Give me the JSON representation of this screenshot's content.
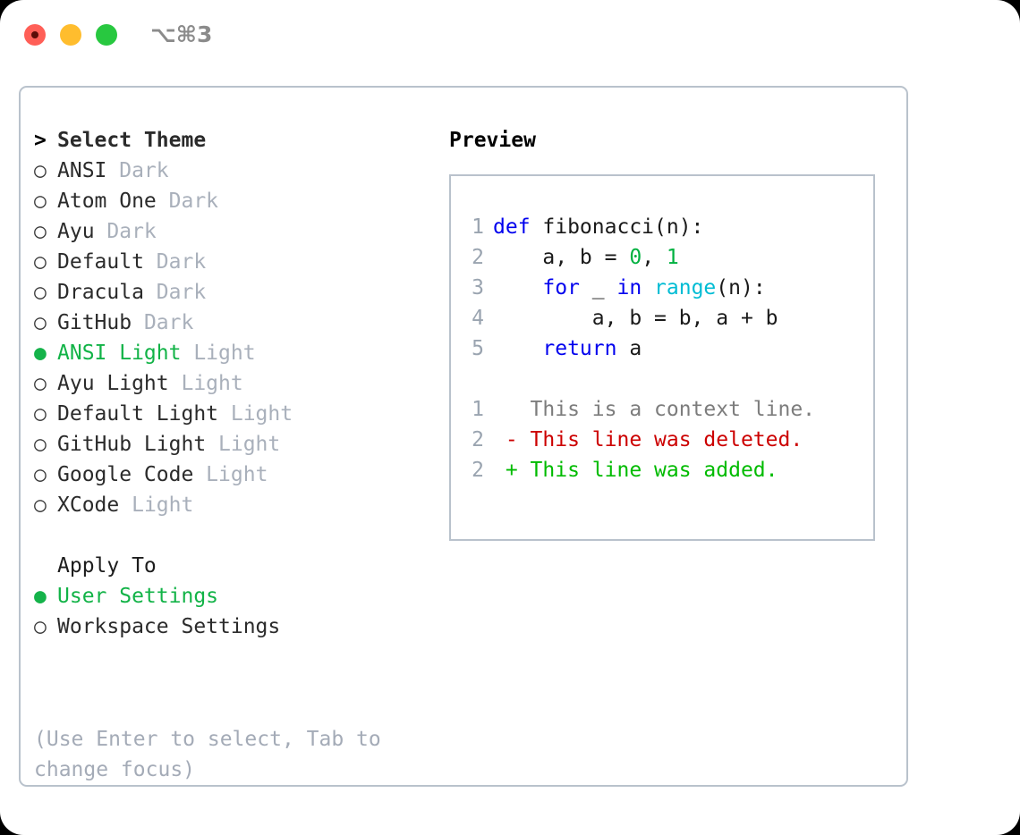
{
  "titlebar": {
    "shortcut": "⌥⌘3",
    "buttons": [
      {
        "name": "close",
        "color": "#ff5f57"
      },
      {
        "name": "minimize",
        "color": "#ffbd2e"
      },
      {
        "name": "maximize",
        "color": "#28c840"
      }
    ]
  },
  "theme_list": {
    "header": {
      "prompt": ">",
      "title": "Select Theme"
    },
    "items": [
      {
        "marker": "○",
        "label": "ANSI",
        "variant": "Dark",
        "selected": false
      },
      {
        "marker": "○",
        "label": "Atom One",
        "variant": "Dark",
        "selected": false
      },
      {
        "marker": "○",
        "label": "Ayu",
        "variant": "Dark",
        "selected": false
      },
      {
        "marker": "○",
        "label": "Default",
        "variant": "Dark",
        "selected": false
      },
      {
        "marker": "○",
        "label": "Dracula",
        "variant": "Dark",
        "selected": false
      },
      {
        "marker": "○",
        "label": "GitHub",
        "variant": "Dark",
        "selected": false
      },
      {
        "marker": "●",
        "label": "ANSI Light",
        "variant": "Light",
        "selected": true
      },
      {
        "marker": "○",
        "label": "Ayu Light",
        "variant": "Light",
        "selected": false
      },
      {
        "marker": "○",
        "label": "Default Light",
        "variant": "Light",
        "selected": false
      },
      {
        "marker": "○",
        "label": "GitHub Light",
        "variant": "Light",
        "selected": false
      },
      {
        "marker": "○",
        "label": "Google Code",
        "variant": "Light",
        "selected": false
      },
      {
        "marker": "○",
        "label": "XCode",
        "variant": "Light",
        "selected": false
      }
    ]
  },
  "apply_to": {
    "title": "Apply To",
    "items": [
      {
        "marker": "●",
        "label": "User Settings",
        "selected": true
      },
      {
        "marker": "○",
        "label": "Workspace Settings",
        "selected": false
      }
    ]
  },
  "hint": "(Use Enter to select, Tab to change focus)",
  "preview": {
    "title": "Preview",
    "code_lines": [
      {
        "n": "1",
        "tokens": [
          {
            "t": "def",
            "c": "kw"
          },
          {
            "t": " fibonacci(n):",
            "c": "pl"
          }
        ]
      },
      {
        "n": "2",
        "tokens": [
          {
            "t": "    a, b = ",
            "c": "pl"
          },
          {
            "t": "0",
            "c": "num"
          },
          {
            "t": ", ",
            "c": "pl"
          },
          {
            "t": "1",
            "c": "num"
          }
        ]
      },
      {
        "n": "3",
        "tokens": [
          {
            "t": "    ",
            "c": "pl"
          },
          {
            "t": "for",
            "c": "kw"
          },
          {
            "t": " _ ",
            "c": "pl"
          },
          {
            "t": "in",
            "c": "kw"
          },
          {
            "t": " ",
            "c": "pl"
          },
          {
            "t": "range",
            "c": "fn"
          },
          {
            "t": "(n):",
            "c": "pl"
          }
        ]
      },
      {
        "n": "4",
        "tokens": [
          {
            "t": "        a, b = b, a + b",
            "c": "pl"
          }
        ]
      },
      {
        "n": "5",
        "tokens": [
          {
            "t": "    ",
            "c": "pl"
          },
          {
            "t": "return",
            "c": "kw"
          },
          {
            "t": " a",
            "c": "pl"
          }
        ]
      }
    ],
    "diff_lines": [
      {
        "n": "1",
        "sign": "  ",
        "text": "This is a context line.",
        "cls": "ctx"
      },
      {
        "n": "2",
        "sign": "- ",
        "text": "This line was deleted.",
        "cls": "del"
      },
      {
        "n": "2",
        "sign": "+ ",
        "text": "This line was added.",
        "cls": "add"
      }
    ]
  },
  "colors": {
    "accent_green": "#12b347",
    "muted": "#a9b0bb",
    "border": "#b9c2cc",
    "keyword": "#0000ee",
    "function": "#00bcd4",
    "number": "#00b140",
    "diff_deleted": "#cc0000",
    "diff_added": "#00bb00"
  }
}
